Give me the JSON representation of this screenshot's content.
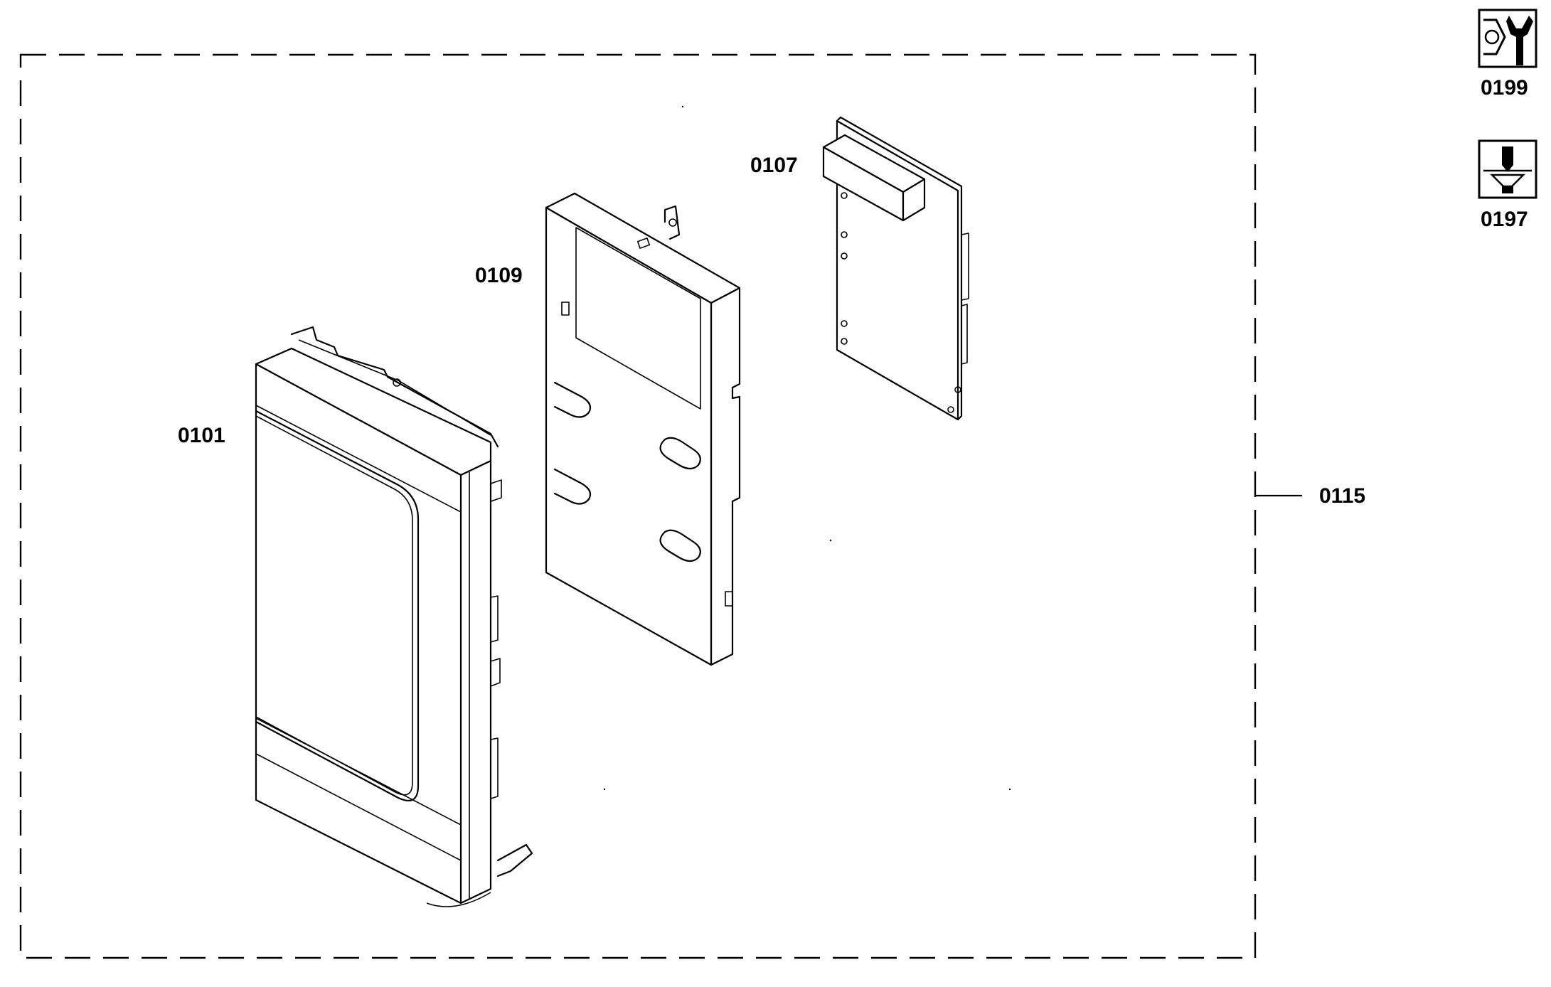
{
  "assembly_label": "0115",
  "parts": {
    "door_panel": "0101",
    "frame_bracket": "0109",
    "circuit_board": "0107"
  },
  "tool_icons": [
    {
      "icon": "wrench-nut-icon",
      "code": "0199"
    },
    {
      "icon": "screw-driver-icon",
      "code": "0197"
    }
  ]
}
